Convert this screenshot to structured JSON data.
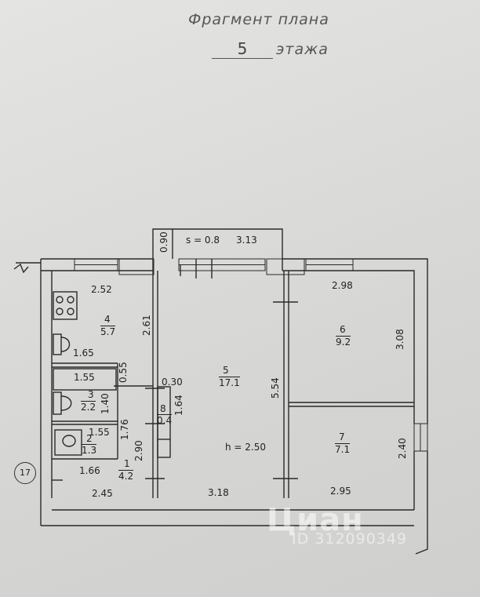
{
  "header": {
    "title": "Фрагмент плана",
    "floor_number": "5",
    "floor_word": "этажа"
  },
  "balcony": {
    "width": "0.90",
    "s_label": "s = 0.8",
    "length": "3.13"
  },
  "rooms": {
    "room4": {
      "number": "4",
      "area": "5.7"
    },
    "room5": {
      "number": "5",
      "area": "17.1"
    },
    "room6": {
      "number": "6",
      "area": "9.2"
    },
    "room7": {
      "number": "7",
      "area": "7.1"
    },
    "room3": {
      "number": "3",
      "area": "2.2"
    },
    "room2": {
      "number": "2",
      "area": "1.3"
    },
    "room1": {
      "number": "1",
      "area": "4.2"
    },
    "room8": {
      "number": "8",
      "area": "0.4"
    }
  },
  "dimensions": {
    "d252": "2.52",
    "d261": "2.61",
    "d165": "1.65",
    "d155a": "1.55",
    "d055": "0.55",
    "d030": "0.30",
    "d140": "1.40",
    "d164": "1.64",
    "d176": "1.76",
    "d155b": "1.55",
    "d290": "2.90",
    "d166": "1.66",
    "d245": "2.45",
    "d318": "3.18",
    "d295": "2.95",
    "d298": "2.98",
    "d308": "3.08",
    "d554": "5.54",
    "d240": "2.40"
  },
  "ceiling_height": "h = 2.50",
  "section_marker": "17",
  "watermark": {
    "brand": "Циан",
    "id": "ID 312090349"
  },
  "colors": {
    "paper": "#dcdcda",
    "line": "#2a2a2a",
    "watermark": "#ffffff"
  }
}
